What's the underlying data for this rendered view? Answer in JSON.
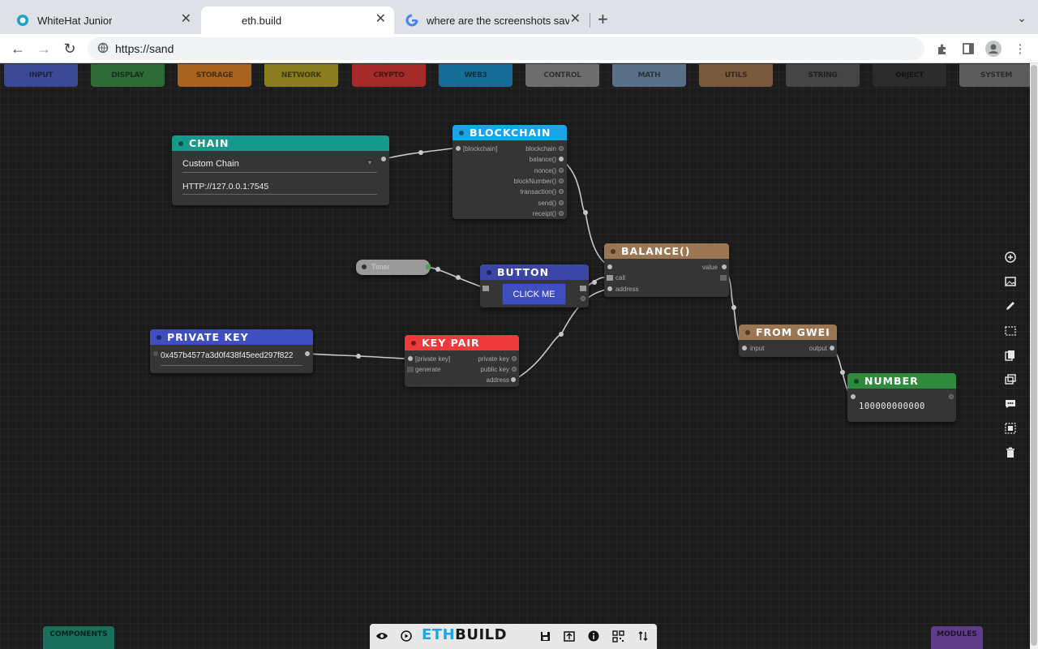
{
  "browser": {
    "tabs": [
      {
        "title": "WhiteHat Junior",
        "active": false
      },
      {
        "title": "eth.build",
        "active": true
      },
      {
        "title": "where are the screenshots save",
        "active": false
      }
    ],
    "url": "https://sand"
  },
  "categories": [
    "INPUT",
    "DISPLAY",
    "STORAGE",
    "NETWORK",
    "CRYPTO",
    "WEB3",
    "CONTROL",
    "MATH",
    "UTILS",
    "STRING",
    "OBJECT",
    "SYSTEM"
  ],
  "category_colors": [
    "#3c4a96",
    "#2e6b36",
    "#a8641e",
    "#8a7d1f",
    "#a52a2a",
    "#136d96",
    "#6e6e6e",
    "#5a7088",
    "#7a5a3c",
    "#454545",
    "#2c2c2c",
    "#5c5c5c"
  ],
  "nodes": {
    "chain": {
      "title": "CHAIN",
      "select_value": "Custom Chain",
      "rpc": "HTTP://127.0.0.1:7545"
    },
    "blockchain": {
      "title": "BLOCKCHAIN",
      "input": "[blockchain]",
      "outputs": [
        "blockchain",
        "balance()",
        "nonce()",
        "blockNumber()",
        "transaction()",
        "send()",
        "receipt()"
      ]
    },
    "timer": {
      "title": "Timer"
    },
    "button": {
      "title": "BUTTON",
      "label": "CLICK ME"
    },
    "balance": {
      "title": "BALANCE()",
      "inputs": [
        "call",
        "address"
      ],
      "output": "value"
    },
    "private_key": {
      "title": "PRIVATE KEY",
      "value": "0x457b4577a3d0f438f45eed297f822"
    },
    "key_pair": {
      "title": "KEY PAIR",
      "inputs": [
        "[private key]",
        "generate"
      ],
      "outputs": [
        "private key",
        "public key",
        "address"
      ]
    },
    "from_gwei": {
      "title": "FROM GWEI",
      "input": "input",
      "output": "output"
    },
    "number": {
      "title": "NUMBER",
      "value": "100000000000"
    }
  },
  "bottom": {
    "logo_a": "ETH",
    "logo_b": "BUILD"
  },
  "corner_tabs": {
    "left": "COMPONENTS",
    "right": "MODULES"
  },
  "colors": {
    "chain": "#14998a",
    "blockchain": "#1aa5e8",
    "button": "#3b46a6",
    "balance": "#9b7654",
    "private_key": "#3f4fbf",
    "key_pair": "#ee3a3a",
    "from_gwei": "#9b7654",
    "number": "#2f8a3e",
    "button_face": "#3f4fbf",
    "components": "#1a6f5c",
    "modules": "#5e3c8a"
  }
}
